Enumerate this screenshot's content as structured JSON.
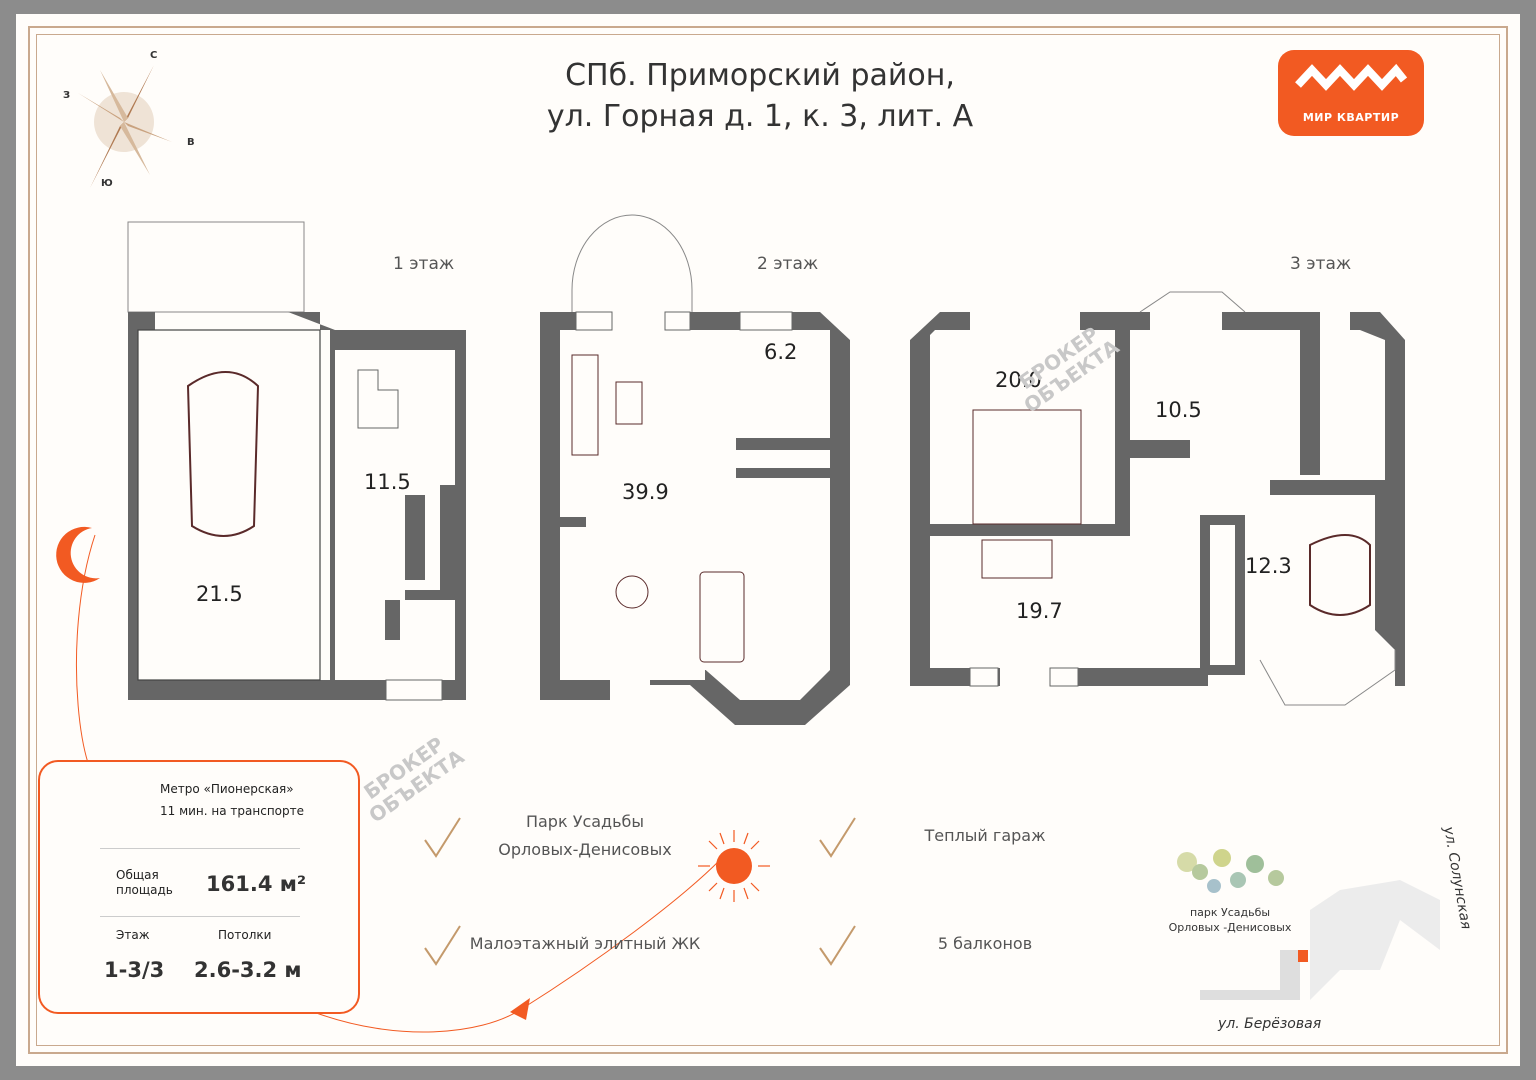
{
  "title": {
    "line1": "СПб. Приморский район,",
    "line2": "ул. Горная д. 1, к. 3, лит. А"
  },
  "logo": {
    "text": "МИР КВАРТИР"
  },
  "compass": {
    "north": "С",
    "west": "З",
    "east": "В",
    "south": "Ю"
  },
  "floors": [
    {
      "label": "1 этаж",
      "rooms": [
        "21.5",
        "11.5"
      ]
    },
    {
      "label": "2 этаж",
      "rooms": [
        "6.2",
        "39.9"
      ]
    },
    {
      "label": "3 этаж",
      "rooms": [
        "20.0",
        "10.5",
        "19.7",
        "12.3"
      ]
    }
  ],
  "watermark": {
    "line1": "БРОКЕР",
    "line2": "ОБЪЕКТА"
  },
  "info": {
    "metro_station": "Метро «Пионерская»",
    "metro_time": "11 мин. на транспорте",
    "area_label_1": "Общая",
    "area_label_2": "площадь",
    "area_value": "161.4 м²",
    "floor_label": "Этаж",
    "floor_value": "1-3/3",
    "ceiling_label": "Потолки",
    "ceiling_value": "2.6-3.2 м"
  },
  "features": [
    {
      "line1": "Парк Усадьбы",
      "line2": "Орловых-Денисовых"
    },
    {
      "line1": "Теплый гараж",
      "line2": ""
    },
    {
      "line1": "Малоэтажный элитный ЖК",
      "line2": ""
    },
    {
      "line1": "5 балконов",
      "line2": ""
    }
  ],
  "map": {
    "park_line1": "парк Усадьбы",
    "park_line2": "Орловых -Денисовых",
    "street_bottom": "ул. Берёзовая",
    "street_right": "ул. Солунская"
  },
  "colors": {
    "accent": "#f25a22",
    "wall": "#666666",
    "frame": "#c9a98e",
    "gold": "#c49a6c"
  }
}
